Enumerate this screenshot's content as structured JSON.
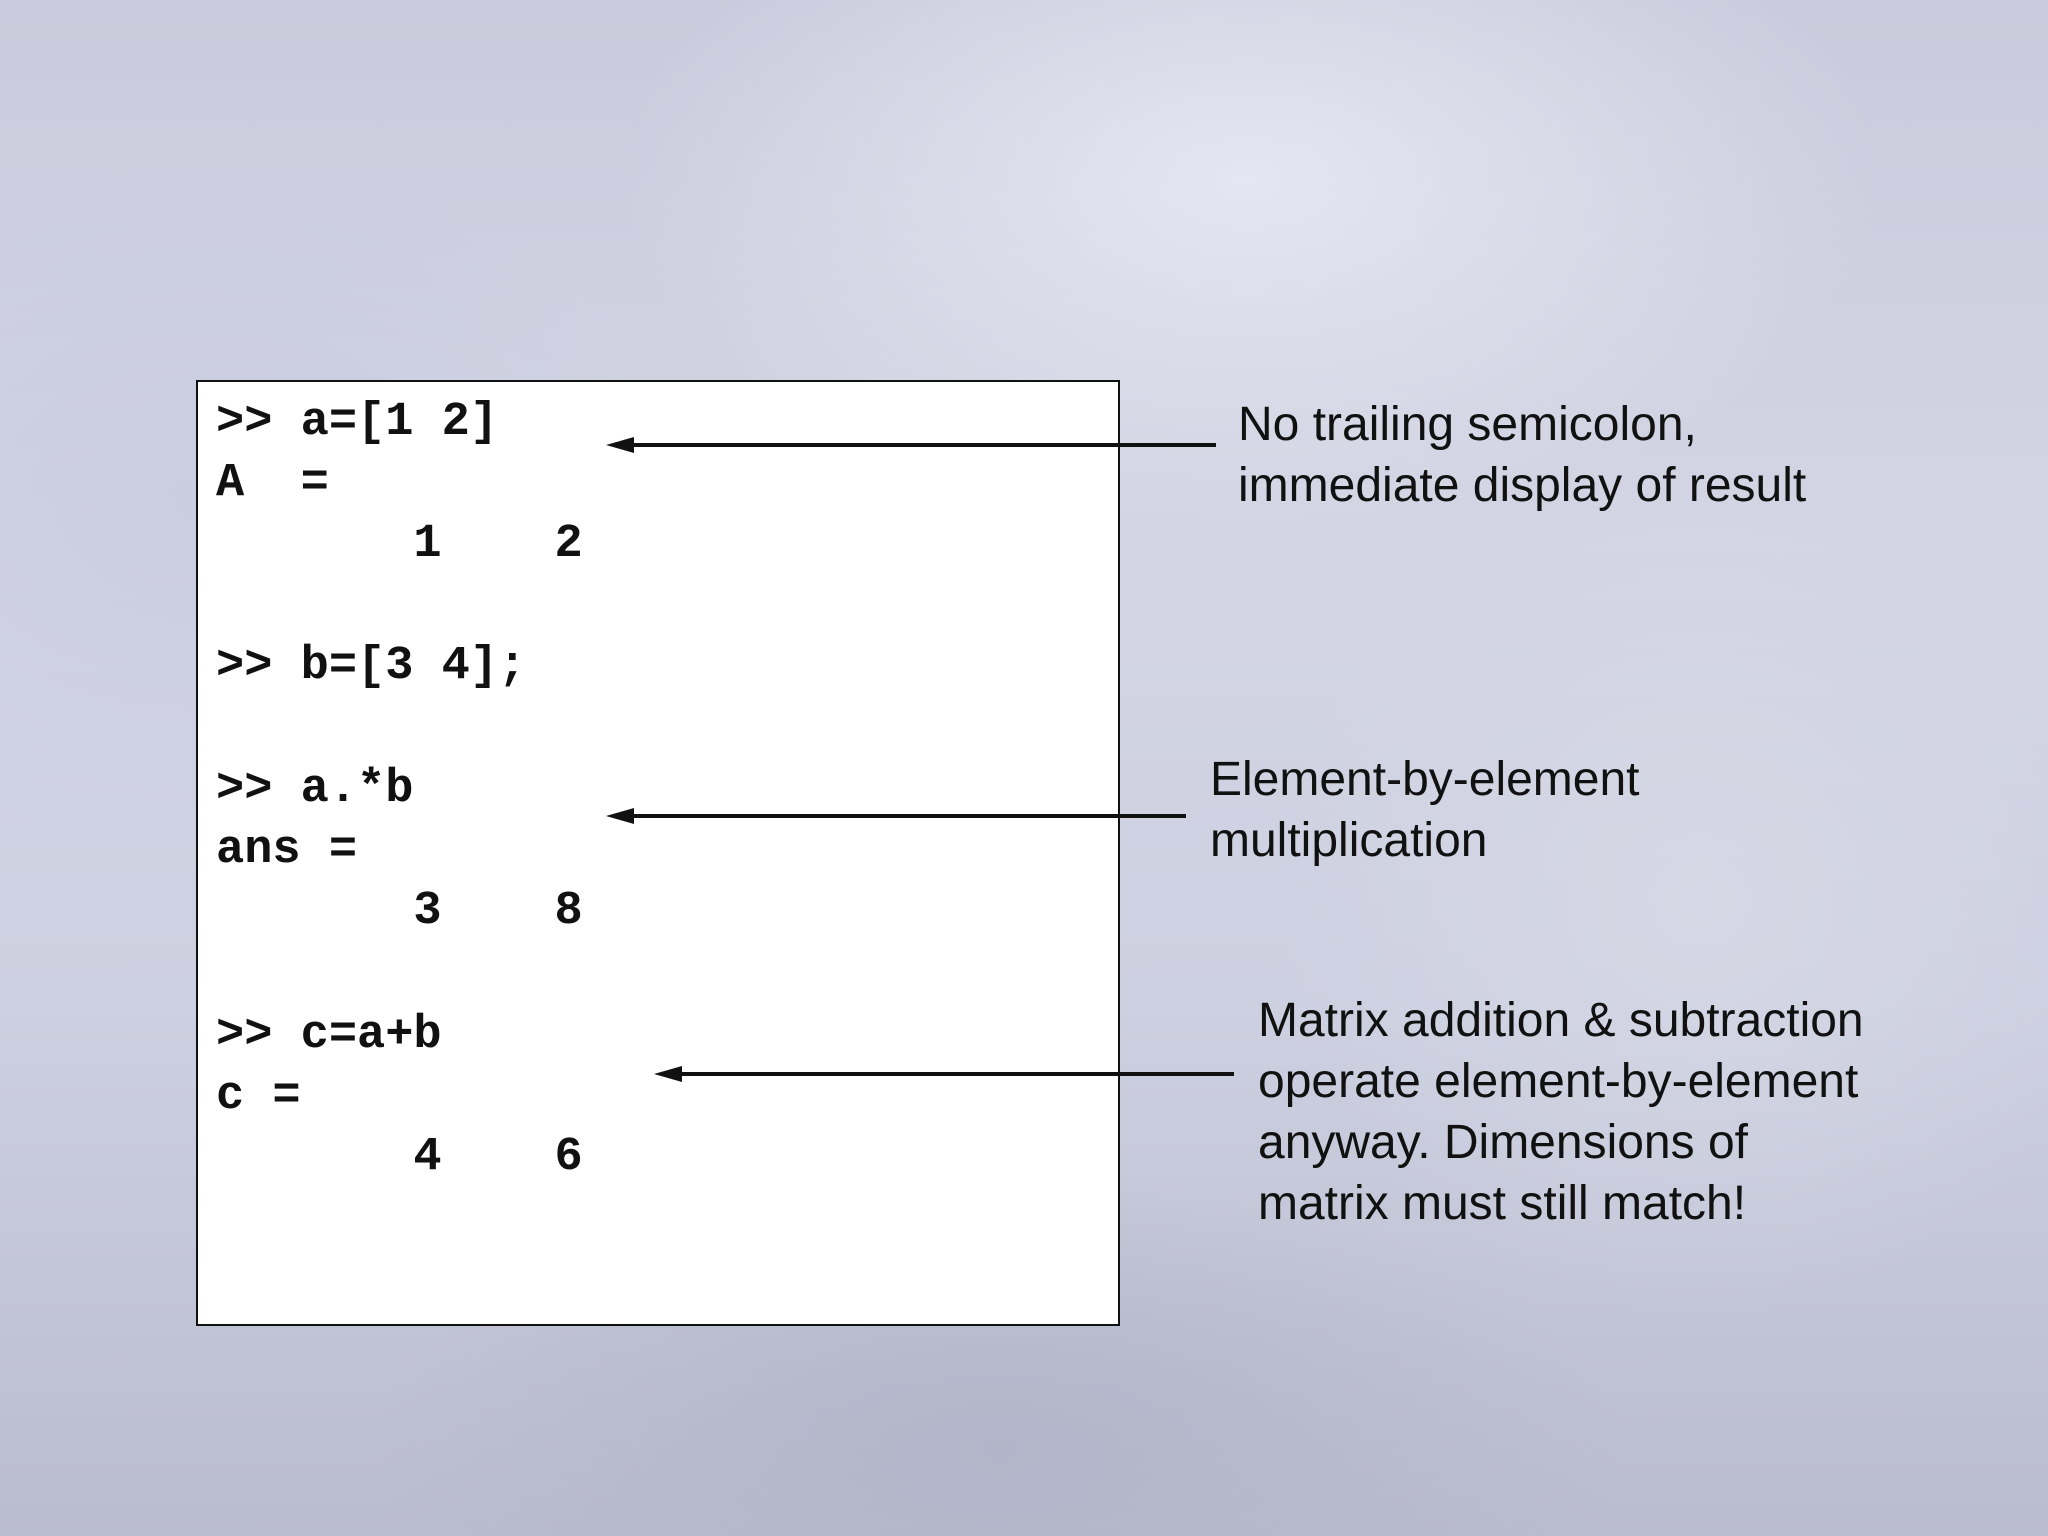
{
  "console": {
    "blocks": [
      {
        "text": ">> a=[1 2]\nA  =\n       1    2"
      },
      {
        "text": ">> b=[3 4];"
      },
      {
        "text": ">> a.*b\nans =\n       3    8"
      },
      {
        "text": ">> c=a+b\nc =\n       4    6"
      }
    ]
  },
  "annotations": [
    {
      "text": "No trailing semicolon,\nimmediate display of result"
    },
    {
      "text": "Element-by-element\nmultiplication"
    },
    {
      "text": "Matrix addition & subtraction\noperate element-by-element\nanyway. Dimensions of\nmatrix must still match!"
    }
  ],
  "colors": {
    "text": "#111111",
    "console_background": "#ffffff",
    "arrow": "#111111"
  }
}
